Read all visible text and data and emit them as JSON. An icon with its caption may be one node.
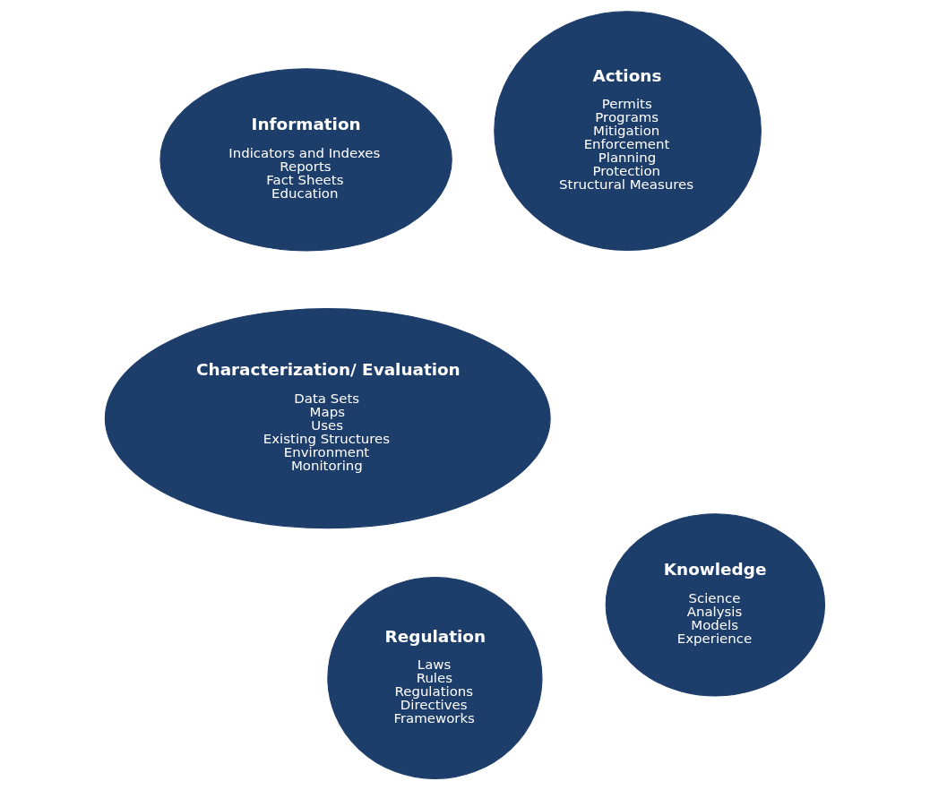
{
  "diagram": {
    "nodes": [
      {
        "text": [
          "Knowledge",
          "Science",
          "Analysis",
          "Models",
          "Experience"
        ]
      },
      {
        "text": [
          "Characterization/ Evaluation",
          "Data Sets",
          "Maps",
          "Uses",
          "Existing Structures",
          "Environment",
          "Monitoring"
        ]
      },
      {
        "text": [
          "Information",
          "Indicators and Indexes",
          "Reports",
          "Fact Sheets",
          "Education"
        ]
      },
      {
        "text": [
          "Actions",
          "Permits",
          "Programs",
          "Mitigation",
          "Enforcement",
          "Planning",
          "Protection",
          "Structural Measures"
        ]
      },
      {
        "text": [
          "Regulation",
          "Laws",
          "Rules",
          "Regulations",
          "Directives",
          "Frameworks"
        ]
      }
    ]
  }
}
